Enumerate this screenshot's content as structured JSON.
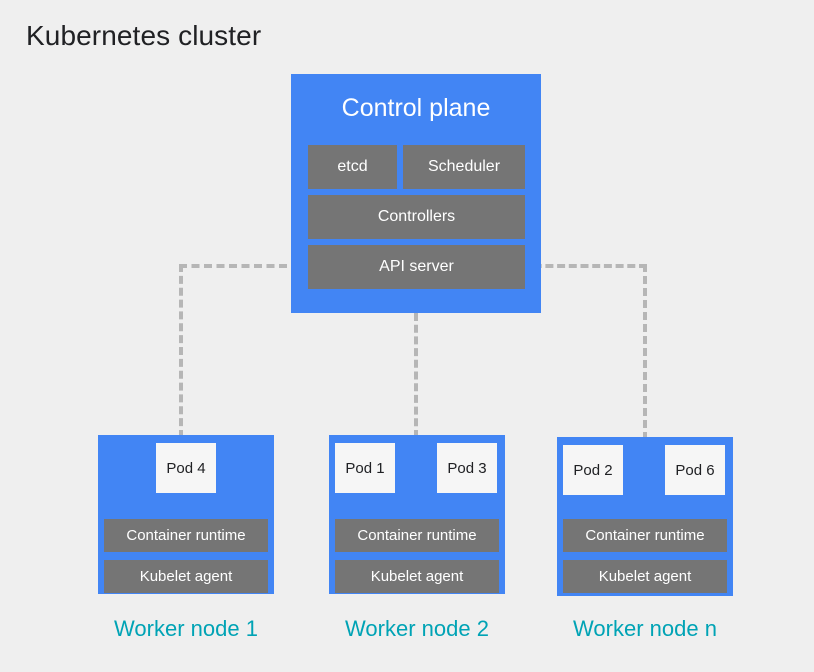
{
  "page": {
    "title": "Kubernetes cluster",
    "background_color": "#efefef"
  },
  "colors": {
    "node_blue": "#4285f4",
    "component_gray": "#757575",
    "pod_white": "#f6f6f6",
    "label_teal": "#00a3b5",
    "connector_gray": "#b6b6b6",
    "title_text": "#202124"
  },
  "control_plane": {
    "title": "Control plane",
    "components": [
      {
        "label": "etcd"
      },
      {
        "label": "Scheduler"
      },
      {
        "label": "Controllers"
      },
      {
        "label": "API server"
      }
    ]
  },
  "worker_nodes": [
    {
      "caption": "Worker node 1",
      "pods": [
        {
          "label": "Pod 4"
        }
      ],
      "runtime_label": "Container runtime",
      "kubelet_label": "Kubelet agent"
    },
    {
      "caption": "Worker node 2",
      "pods": [
        {
          "label": "Pod 1"
        },
        {
          "label": "Pod 3"
        }
      ],
      "runtime_label": "Container runtime",
      "kubelet_label": "Kubelet agent"
    },
    {
      "caption": "Worker node n",
      "pods": [
        {
          "label": "Pod 2"
        },
        {
          "label": "Pod 6"
        }
      ],
      "runtime_label": "Container runtime",
      "kubelet_label": "Kubelet agent"
    }
  ],
  "connectors": {
    "style": "dashed",
    "description": "API server connects to each worker node"
  }
}
